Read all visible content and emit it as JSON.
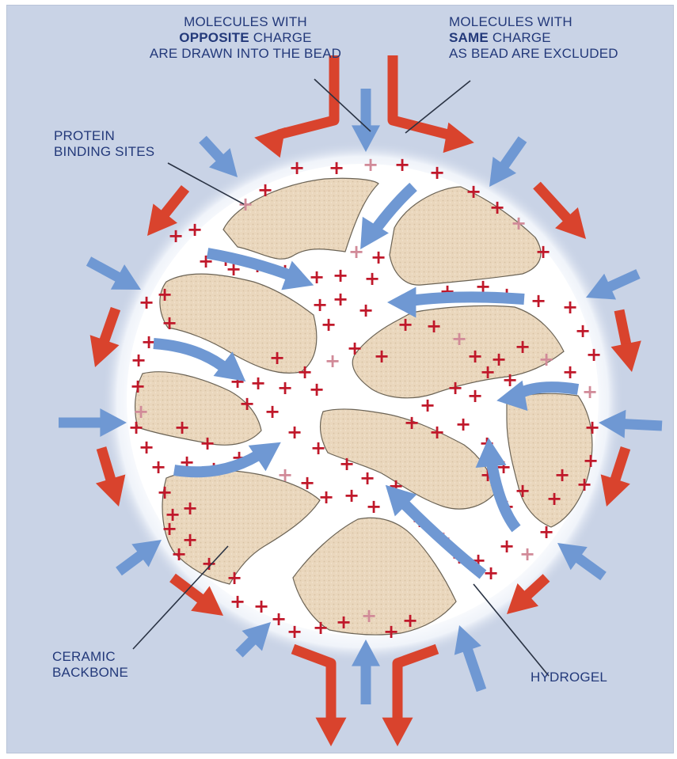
{
  "labels": {
    "opposite_line1": "MOLECULES WITH",
    "opposite_bold": "OPPOSITE",
    "opposite_line2_rest": "CHARGE",
    "opposite_line3": "ARE DRAWN INTO THE BEAD",
    "same_line1": "MOLECULES WITH",
    "same_bold": "SAME",
    "same_line2_rest": "CHARGE",
    "same_line3": "AS BEAD ARE EXCLUDED",
    "protein_line1": "PROTEIN",
    "protein_line2": "BINDING SITES",
    "ceramic_line1": "CERAMIC",
    "ceramic_line2": "BACKBONE",
    "hydrogel": "HYDROGEL"
  },
  "charge_symbol": "+",
  "colors": {
    "background": "#c9d3e6",
    "bead_glow": "#ffffff",
    "ceramic": "#ead7bd",
    "charge": "#c0182a",
    "charge_faint": "#d18a98",
    "blue_arrow": "#6f98d3",
    "red_arrow": "#d9432d",
    "label_text": "#23397a",
    "leader_line": "#2a3344"
  }
}
